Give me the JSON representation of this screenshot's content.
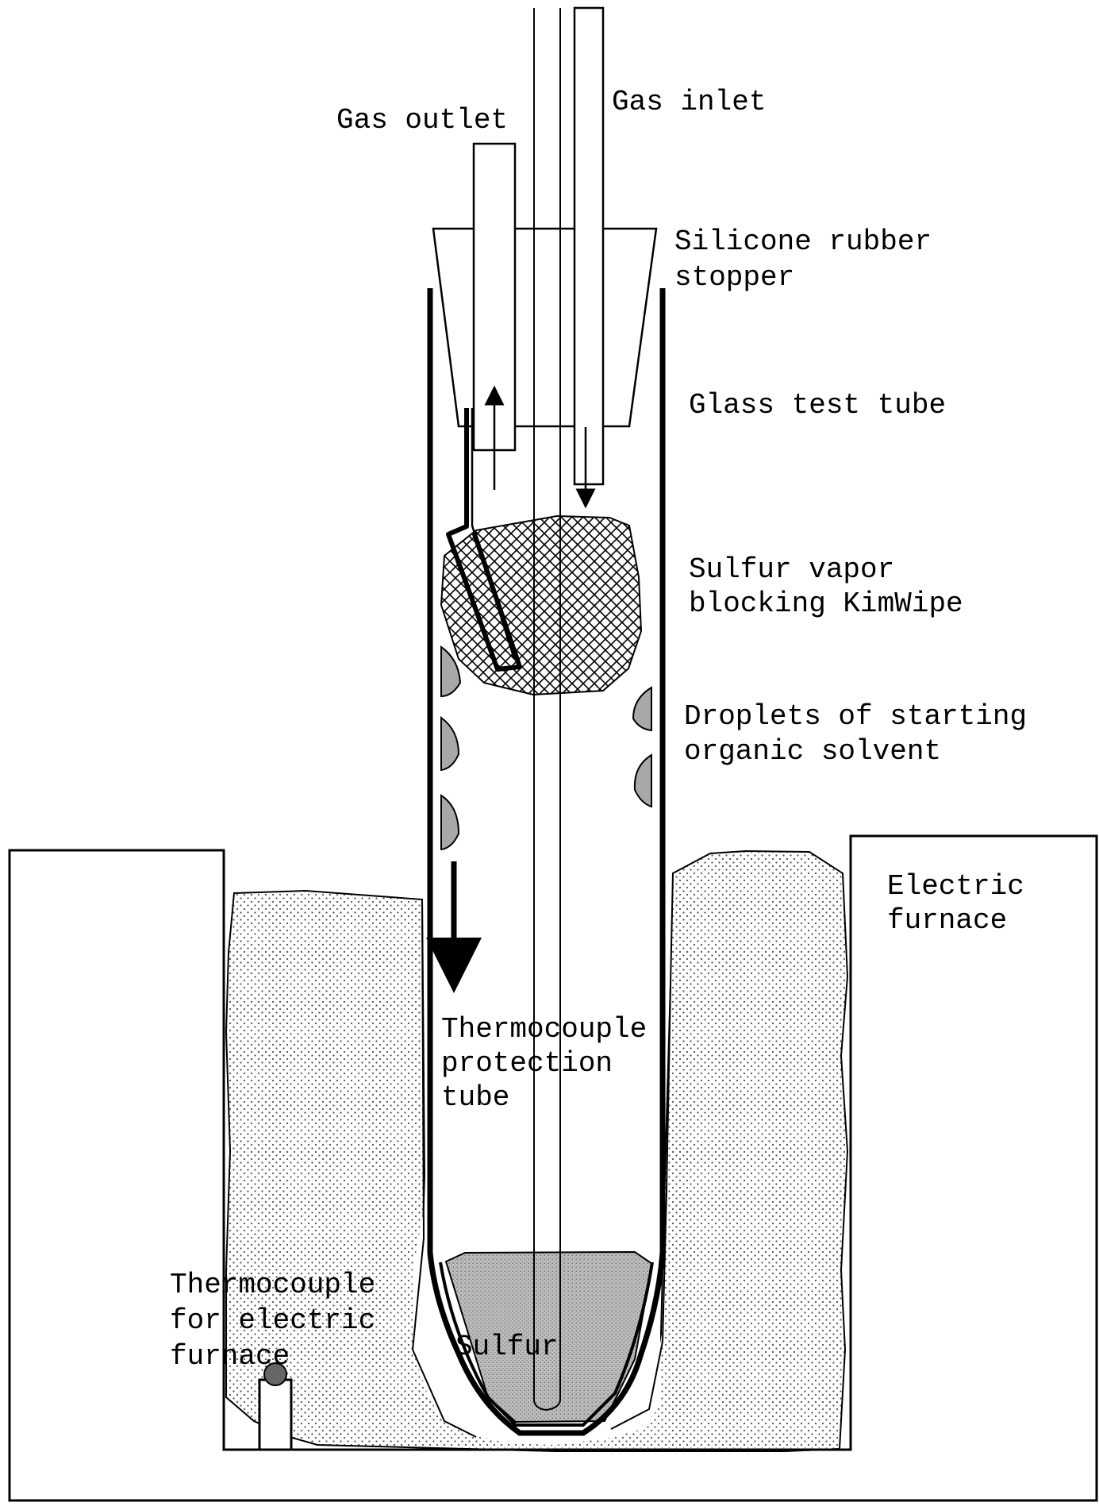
{
  "labels": {
    "gas_inlet": "Gas inlet",
    "gas_outlet": "Gas outlet",
    "stopper_line1": "Silicone rubber",
    "stopper_line2": "stopper",
    "test_tube": "Glass test tube",
    "kimwipe_line1": "Sulfur vapor",
    "kimwipe_line2": "blocking KimWipe",
    "droplets_line1": "Droplets of starting",
    "droplets_line2": "organic solvent",
    "furnace_line1": "Electric",
    "furnace_line2": "furnace",
    "tc_tube_line1": "Thermocouple",
    "tc_tube_line2": "protection",
    "tc_tube_line3": "tube",
    "tc_furnace_line1": "Thermocouple",
    "tc_furnace_line2": "for electric",
    "tc_furnace_line3": "furnace",
    "sulfur": "Sulfur"
  },
  "colors": {
    "stroke": "#000000",
    "sulfur_fill": "#b8b8b8",
    "droplet_fill": "#a8a8a8",
    "insulation_dots": "#555555"
  }
}
